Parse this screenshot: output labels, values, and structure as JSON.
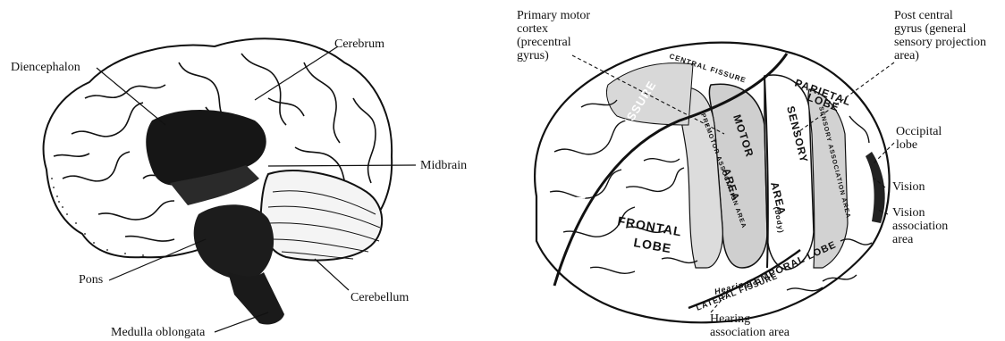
{
  "left_diagram": {
    "labels": {
      "cerebrum": "Cerebrum",
      "diencephalon": "Diencephalon",
      "midbrain": "Midbrain",
      "pons": "Pons",
      "cerebellum": "Cerebellum",
      "medulla": "Medulla oblongata"
    }
  },
  "right_diagram": {
    "labels": {
      "primary_motor": [
        "Primary motor",
        "cortex",
        "(precentral",
        "gyrus)"
      ],
      "post_central": [
        "Post central",
        "gyrus (general",
        "sensory projection",
        "area)"
      ],
      "occipital": [
        "Occipital",
        "lobe"
      ],
      "vision": "Vision",
      "vision_assoc": [
        "Vision",
        "association",
        "area"
      ],
      "hearing_assoc": [
        "Hearing",
        "association area"
      ]
    },
    "region_text": {
      "central_fissure": "CENTRAL FISSURE",
      "longitudinal_fissure": "LONGITUDINAL FISSURE",
      "parietal_lobe": [
        "PARIETAL",
        "LOBE"
      ],
      "motor_area": [
        "MOTOR",
        "AREA"
      ],
      "sensory_area": [
        "SENSORY",
        "AREA"
      ],
      "premotor": "PREMOTOR ASSOCIATION AREA",
      "sensory_assoc": "SENSORY ASSOCIATION AREA",
      "body": "(body)",
      "frontal_lobe": [
        "FRONTAL",
        "LOBE"
      ],
      "lateral_fissure": "LATERAL FISSURE",
      "hearing": "Hearing",
      "temporal_lobe": "TEMPORAL LOBE"
    }
  }
}
